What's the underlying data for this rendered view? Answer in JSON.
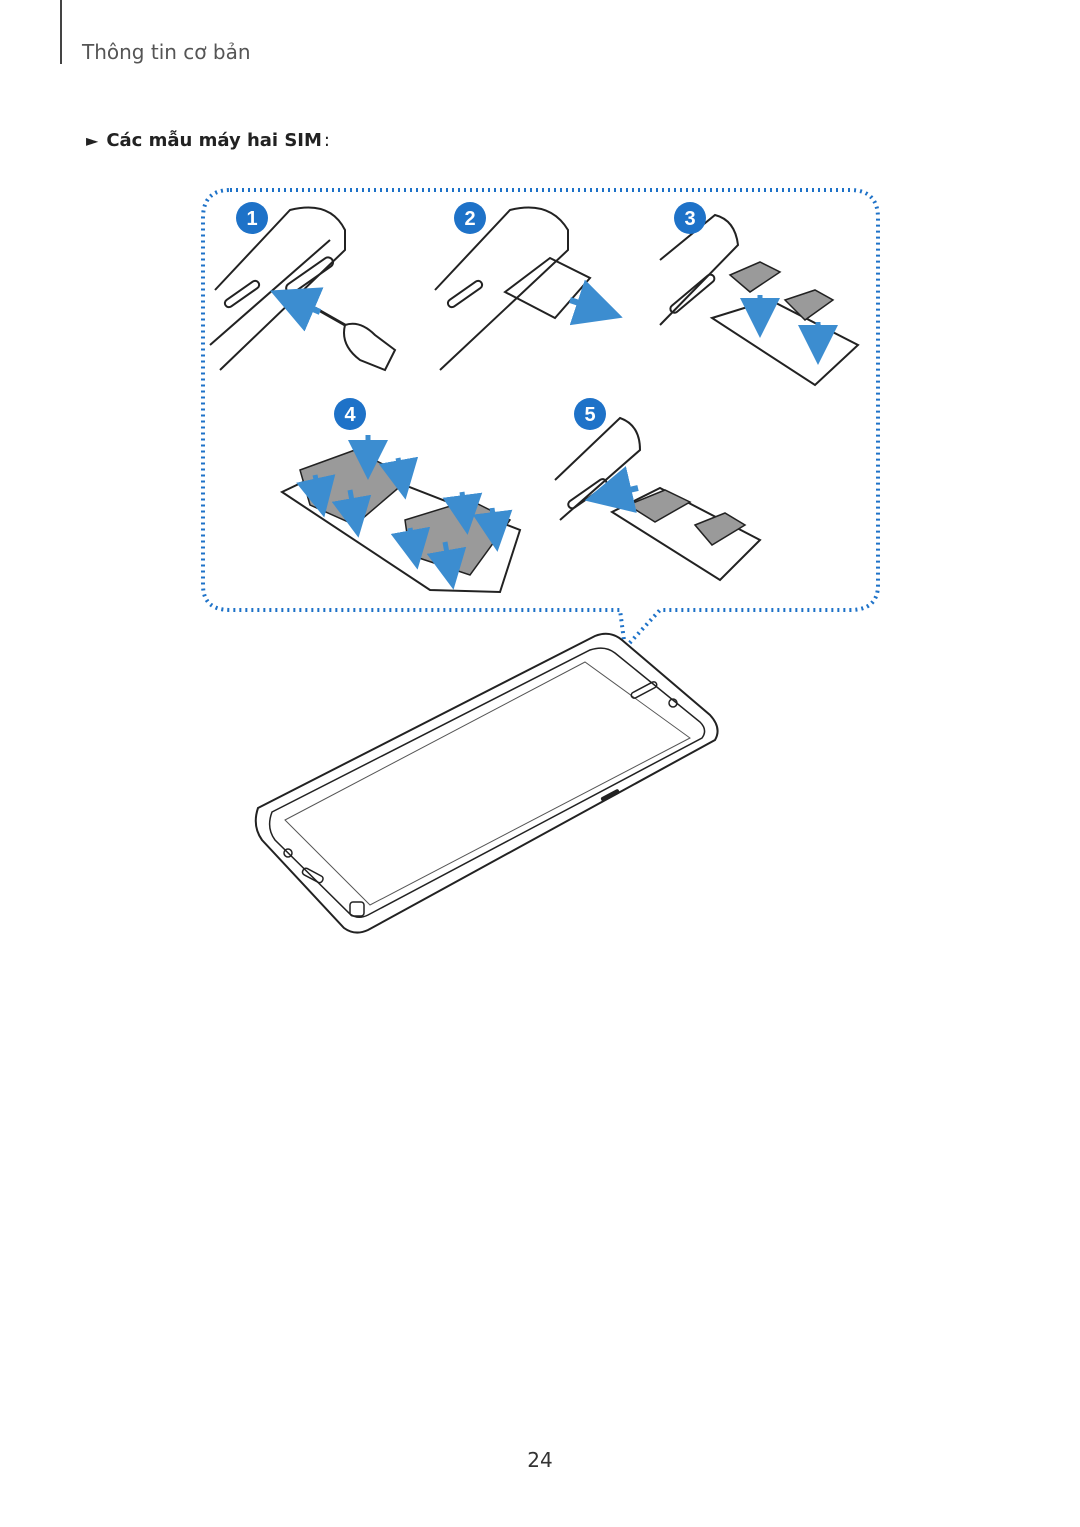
{
  "header": {
    "title": "Thông tin cơ bản"
  },
  "section": {
    "heading": "Các mẫu máy hai SIM",
    "bullet": "►",
    "colon": ":"
  },
  "steps": [
    {
      "label": "1"
    },
    {
      "label": "2"
    },
    {
      "label": "3"
    },
    {
      "label": "4"
    },
    {
      "label": "5"
    }
  ],
  "colors": {
    "accent": "#1E72C8",
    "arrow": "#3C8DD0",
    "sim": "#9A9A9A",
    "line": "#222222"
  },
  "footer": {
    "page_number": "24"
  }
}
